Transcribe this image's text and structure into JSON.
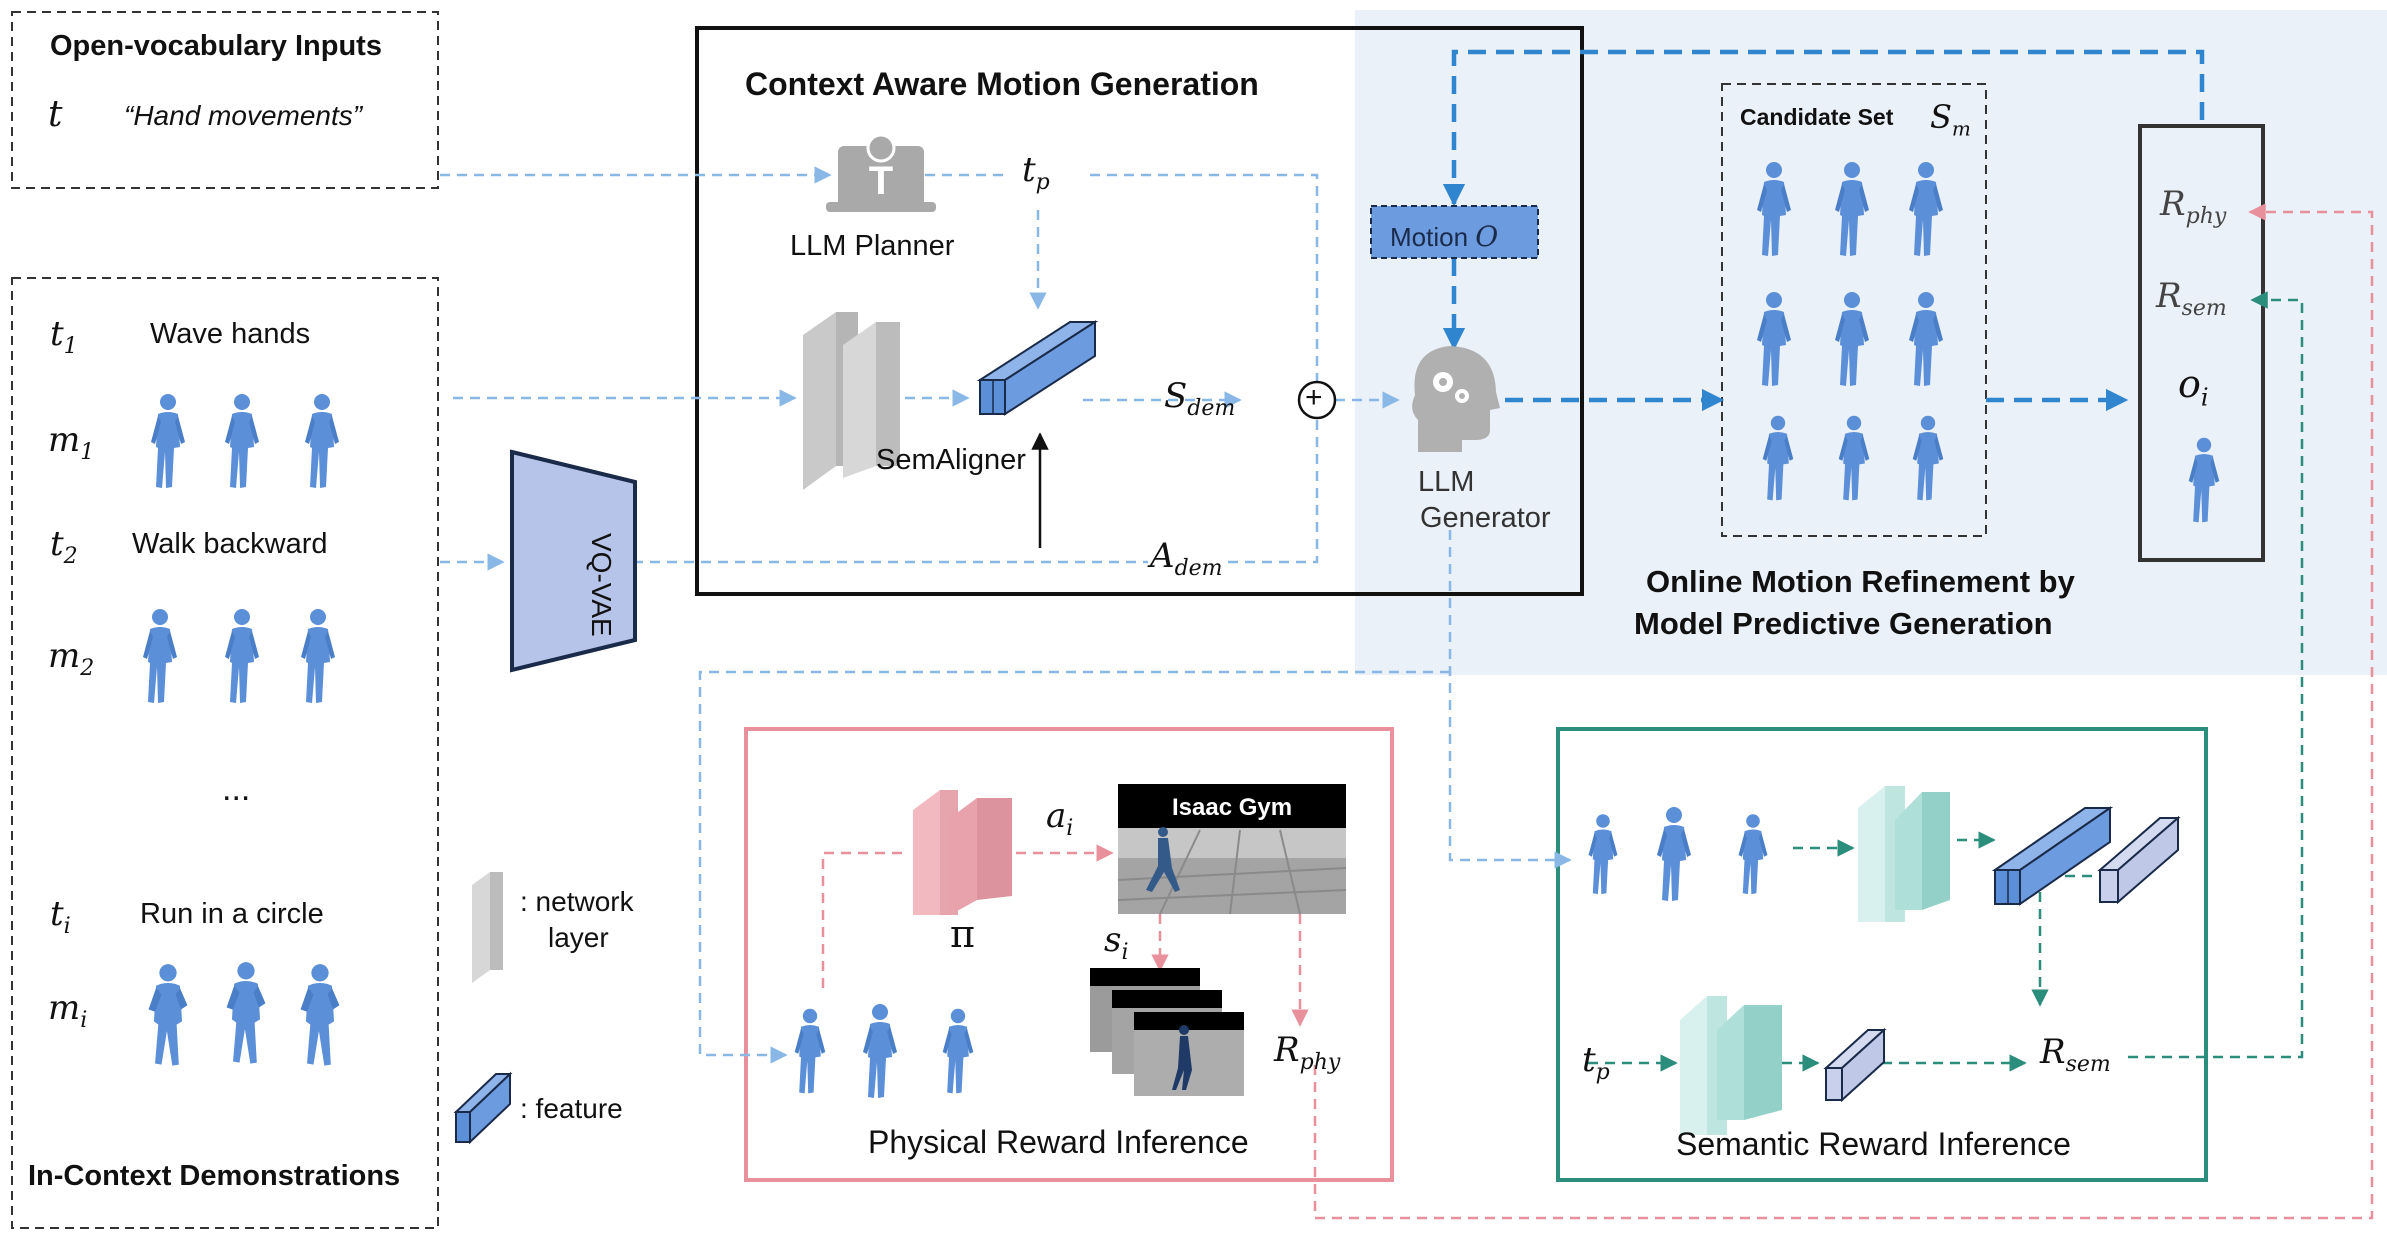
{
  "inputs": {
    "title": "Open-vocabulary Inputs",
    "var": "t",
    "text": "“Hand movements”"
  },
  "demos": {
    "title": "In-Context Demonstrations",
    "rows": [
      {
        "tvar": "t",
        "tsub": "1",
        "label": "Wave hands",
        "mvar": "m",
        "msub": "1"
      },
      {
        "tvar": "t",
        "tsub": "2",
        "label": "Walk backward",
        "mvar": "m",
        "msub": "2"
      },
      {
        "tvar": "t",
        "tsub": "i",
        "label": "Run in a circle",
        "mvar": "m",
        "msub": "i"
      }
    ],
    "ellipsis": "..."
  },
  "vqvae": "VQ-VAE",
  "cam": {
    "title": "Context Aware Motion Generation",
    "planner": "LLM Planner",
    "tp": {
      "base": "t",
      "sub": "p"
    },
    "semaligner": "SemAligner",
    "sdem": {
      "base": "S",
      "sub": "dem"
    },
    "adem": {
      "base": "A",
      "sub": "dem"
    },
    "plus": "+"
  },
  "omr": {
    "title_line1": "Online Motion Refinement by",
    "title_line2": "Model Predictive Generation",
    "motion": {
      "label": "Motion ",
      "var": "O"
    },
    "generator_line1": "LLM",
    "generator_line2": "Generator",
    "candidate": {
      "label": "Candidate Set",
      "base": "S",
      "sub": "m"
    },
    "rphy": {
      "base": "R",
      "sub": "phy"
    },
    "rsem": {
      "base": "R",
      "sub": "sem"
    },
    "oi": {
      "base": "o",
      "sub": "i"
    }
  },
  "legend": {
    "network_line1": ": network",
    "network_line2": "layer",
    "feature": ": feature"
  },
  "phys": {
    "title": "Physical Reward Inference",
    "ai": {
      "base": "a",
      "sub": "i"
    },
    "pi": "π",
    "si": {
      "base": "s",
      "sub": "i"
    },
    "isaac": "Isaac Gym",
    "rphy": {
      "base": "R",
      "sub": "phy"
    }
  },
  "sem": {
    "title": "Semantic Reward Inference",
    "tp": {
      "base": "t",
      "sub": "p"
    },
    "rsem": {
      "base": "R",
      "sub": "sem"
    }
  },
  "colors": {
    "blue_dash": "#8ab8e6",
    "blue_strong": "#2f86cf",
    "pink": "#e8909c",
    "teal": "#2b8d7c",
    "figure": "#5b8fd8",
    "feature": "#6d9be0",
    "panel_bg": "#ebf1f8"
  }
}
